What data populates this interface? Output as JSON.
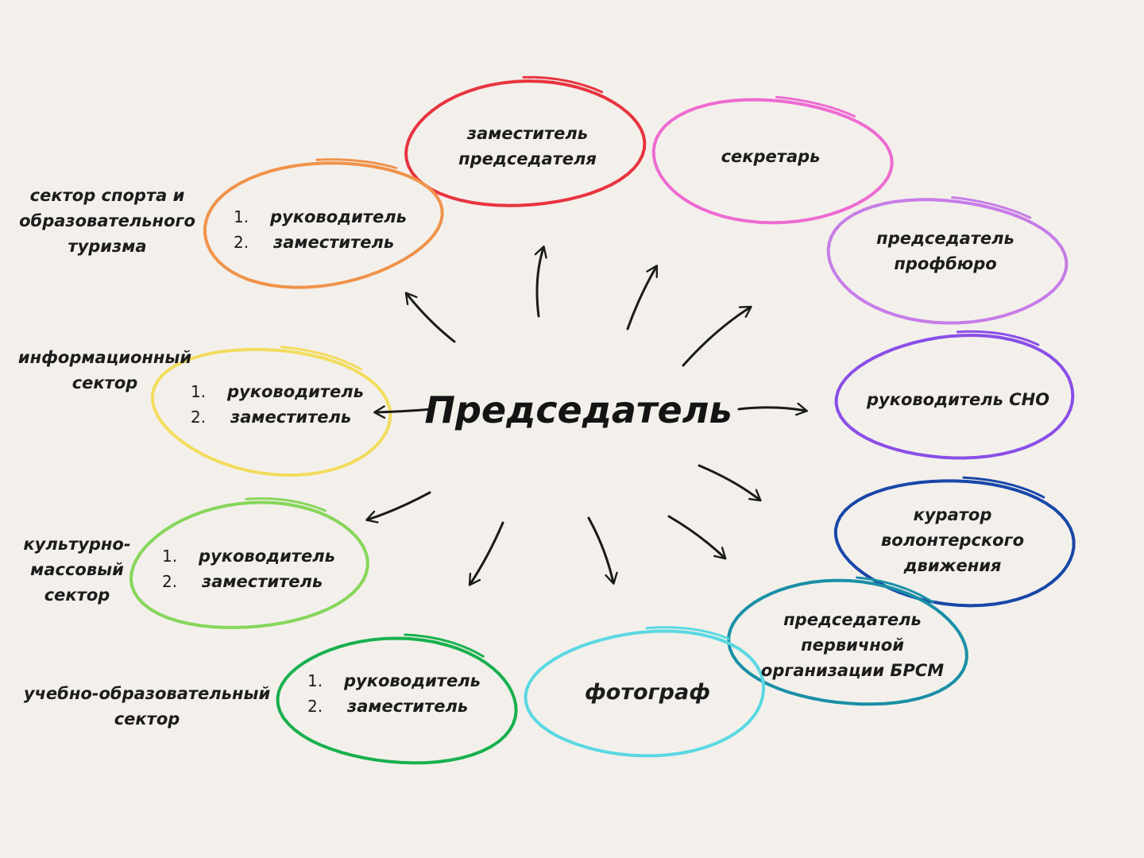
{
  "center": {
    "label": "Председатель"
  },
  "roles": [
    {
      "id": "deputy",
      "lines": [
        "заместитель",
        "председателя"
      ],
      "color": "#e8343f"
    },
    {
      "id": "secretary",
      "lines": [
        "секретарь"
      ],
      "color": "#ee6ad2"
    },
    {
      "id": "profburo",
      "lines": [
        "председатель",
        "профбюро"
      ],
      "color": "#c77ce8"
    },
    {
      "id": "sno",
      "lines": [
        "руководитель СНО"
      ],
      "color": "#8a4ee8"
    },
    {
      "id": "volunteer",
      "lines": [
        "куратор",
        "волонтерского",
        "движения"
      ],
      "color": "#1847a8"
    },
    {
      "id": "brsm",
      "lines": [
        "председатель",
        "первичной",
        "организации БРСМ"
      ],
      "color": "#1a8fa6"
    },
    {
      "id": "photographer",
      "lines": [
        "фотограф"
      ],
      "color": "#5ad8e2"
    }
  ],
  "sectors": [
    {
      "id": "sport",
      "name_lines": [
        "сектор спорта и",
        "образовательного",
        "туризма"
      ],
      "items": [
        "руководитель",
        "заместитель"
      ],
      "numbers": [
        "1.",
        "2."
      ],
      "color": "#f0924a"
    },
    {
      "id": "info",
      "name_lines": [
        "информационный",
        "сектор"
      ],
      "items": [
        "руководитель",
        "заместитель"
      ],
      "numbers": [
        "1.",
        "2."
      ],
      "color": "#f3dc5e"
    },
    {
      "id": "culture",
      "name_lines": [
        "культурно-",
        "массовый",
        "сектор"
      ],
      "items": [
        "руководитель",
        "заместитель"
      ],
      "numbers": [
        "1.",
        "2."
      ],
      "color": "#86d65a"
    },
    {
      "id": "edu",
      "name_lines": [
        "учебно-образовательный",
        "сектор"
      ],
      "items": [
        "руководитель",
        "заместитель"
      ],
      "numbers": [
        "1.",
        "2."
      ],
      "color": "#18b04e"
    }
  ]
}
